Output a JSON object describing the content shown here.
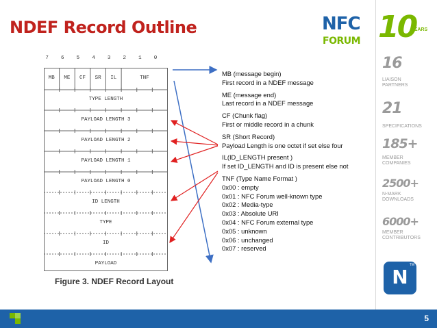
{
  "slide": {
    "title": "NDEF Record Outline",
    "page_number": "5"
  },
  "figure": {
    "caption": "Figure 3. NDEF Record Layout",
    "bits": [
      "7",
      "6",
      "5",
      "4",
      "3",
      "2",
      "1",
      "0"
    ],
    "flags": [
      "MB",
      "ME",
      "CF",
      "SR",
      "IL",
      "TNF"
    ],
    "rows": [
      "TYPE LENGTH",
      "PAYLOAD LENGTH 3",
      "PAYLOAD LENGTH 2",
      "PAYLOAD LENGTH 1",
      "PAYLOAD LENGTH 0",
      "ID LENGTH",
      "TYPE",
      "ID",
      "PAYLOAD"
    ]
  },
  "notes": {
    "mb": {
      "title": "MB (message begin)",
      "desc": "First record in a NDEF message"
    },
    "me": {
      "title": "ME (message end)",
      "desc": "Last record in a NDEF message"
    },
    "cf": {
      "title": "CF (Chunk flag)",
      "desc": "First or middle record in a chunk"
    },
    "sr": {
      "title": "SR (Short Record)",
      "desc": "Payload Length is one octet if set else four"
    },
    "il": {
      "title": "IL(ID_LENGTH present )",
      "desc": "If set ID_LENGTH and ID is present else not"
    },
    "tnf": {
      "title": "TNF (Type Name Format )",
      "values": [
        "0x00 : empty",
        "0x01 : NFC Forum well-known type",
        "0x02 : Media-type",
        "0x03 : Absolute URI",
        "0x04 : NFC Forum external type",
        "0x05 : unknown",
        "0x06 : unchanged",
        "0x07 : reserved"
      ]
    }
  },
  "brand": {
    "logo_top": "NFC",
    "logo_bottom": "FORUM",
    "anniv_num": "10",
    "anniv_label": "YEARS",
    "stats": [
      {
        "num": "16",
        "label": "LIAISON\nPARTNERS"
      },
      {
        "num": "21",
        "label": "SPECIFICATIONS"
      },
      {
        "num": "185+",
        "label": "MEMBER\nCOMPANIES"
      },
      {
        "num": "2500+",
        "label": "N-MARK\nDOWNLOADS"
      },
      {
        "num": "6000+",
        "label": "MEMBER\nCONTRIBUTORS"
      }
    ],
    "nmark": "N",
    "tm": "TM"
  },
  "colors": {
    "title_red": "#c0221d",
    "arrow_red": "#e02020",
    "arrow_blue": "#3d6fc4",
    "footer_blue": "#1e62a8",
    "nfc_blue": "#1e62a8",
    "nfc_green": "#7ab800",
    "stat_gray": "#9a9a9a"
  }
}
